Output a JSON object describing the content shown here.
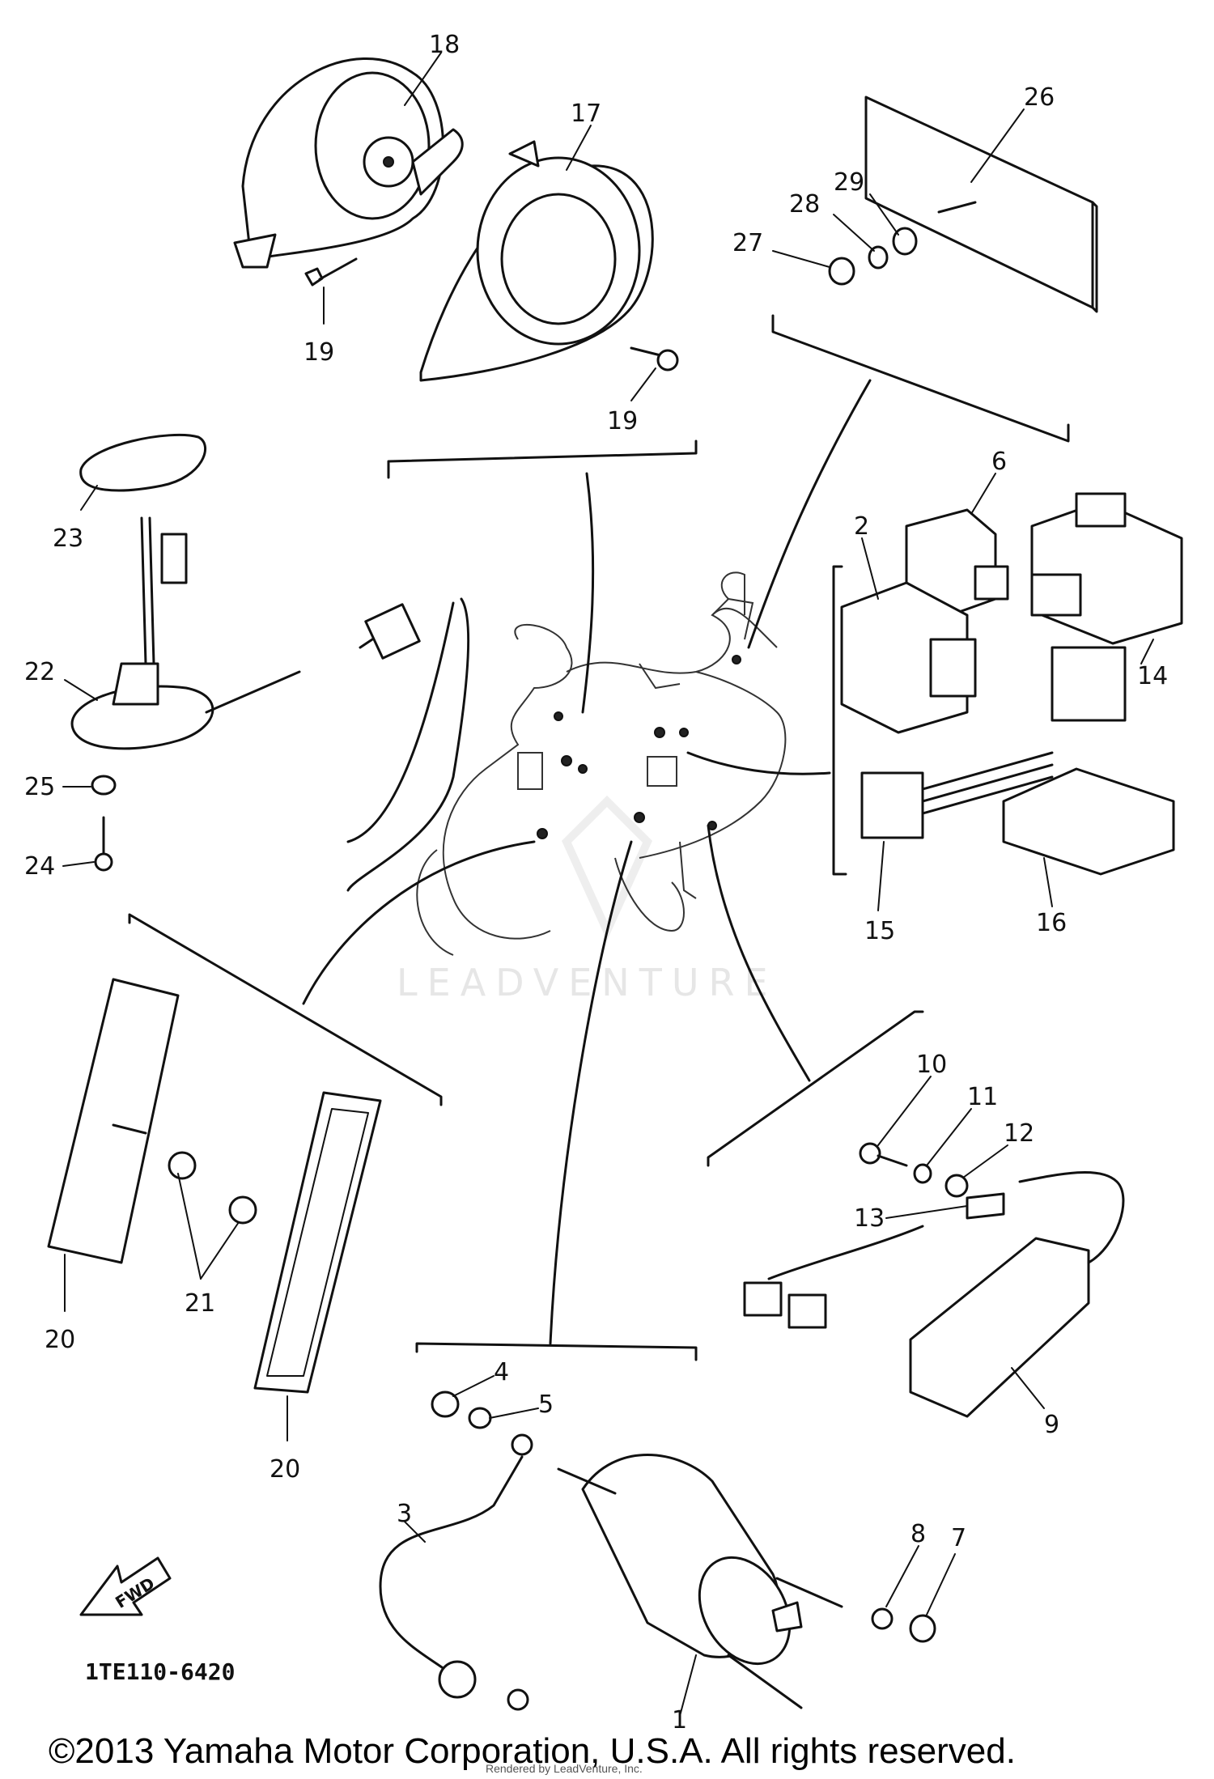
{
  "diagram": {
    "callouts": [
      "1",
      "2",
      "3",
      "4",
      "5",
      "6",
      "7",
      "8",
      "9",
      "10",
      "11",
      "12",
      "13",
      "14",
      "15",
      "16",
      "17",
      "18",
      "19",
      "19",
      "20",
      "20",
      "21",
      "22",
      "23",
      "24",
      "25",
      "26",
      "27",
      "28",
      "29"
    ],
    "figure_code": "1TE110-6420",
    "fwd_label": "FWD",
    "watermark": "LEADVENTURE"
  },
  "footer": {
    "copyright": "©2013 Yamaha Motor Corporation, U.S.A. All rights reserved.",
    "credit": "Rendered by LeadVenture, Inc."
  }
}
